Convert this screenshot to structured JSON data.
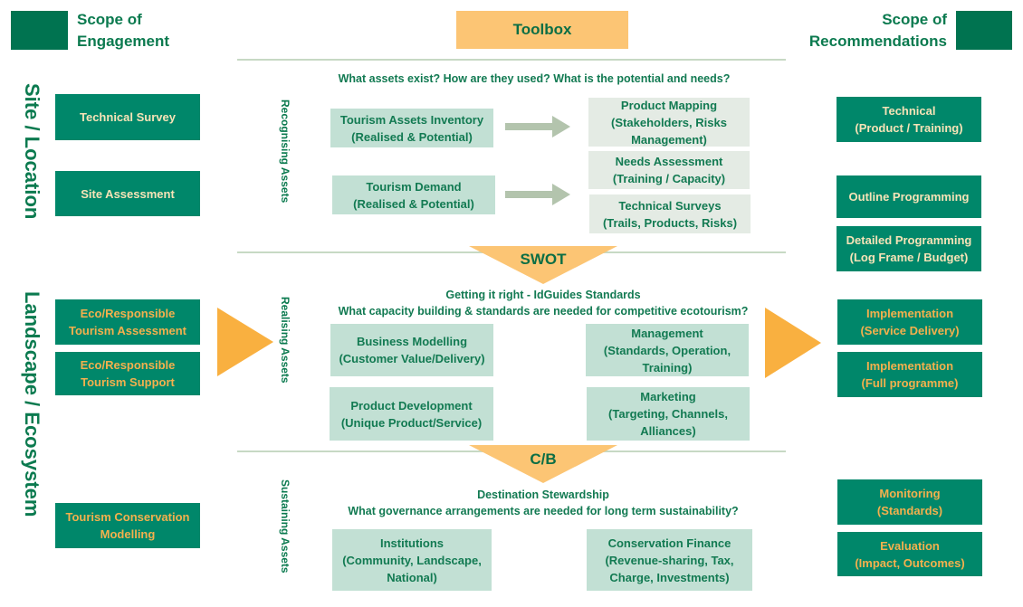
{
  "header": {
    "left_title_line1": "Scope of",
    "left_title_line2": "Engagement",
    "center_title": "Toolbox",
    "right_title_line1": "Scope of",
    "right_title_line2": "Recommendations"
  },
  "colors": {
    "dark_green": "#007350",
    "box_green": "#00876a",
    "light_green": "#c2e0d4",
    "grey_green": "#e4ebe4",
    "orange": "#fcc574",
    "arrow_orange": "#f9b040",
    "cream_text": "#f6e3b7",
    "orange_text": "#f4b04d"
  },
  "vertical_labels": {
    "site": "Site / Location",
    "landscape": "Landscape / Ecosystem",
    "recognising": "Recognising Assets",
    "realising": "Realising Assets",
    "sustaining": "Sustaining Assets"
  },
  "engagement": [
    {
      "line1": "Technical Survey",
      "line2": ""
    },
    {
      "line1": "Site Assessment",
      "line2": ""
    },
    {
      "line1": "Eco/Responsible",
      "line2": "Tourism Assessment"
    },
    {
      "line1": "Eco/Responsible",
      "line2": "Tourism Support"
    },
    {
      "line1": "Tourism Conservation",
      "line2": "Modelling"
    }
  ],
  "recognising": {
    "question": "What assets exist? How are they used? What is the potential and needs?",
    "inputs": [
      {
        "line1": "Tourism Assets Inventory",
        "line2": "(Realised & Potential)"
      },
      {
        "line1": "Tourism Demand",
        "line2": "(Realised & Potential)"
      }
    ],
    "outputs": [
      {
        "line1": "Product Mapping",
        "line2": "(Stakeholders, Risks",
        "line3": "Management)"
      },
      {
        "line1": "Needs Assessment",
        "line2": "(Training / Capacity)"
      },
      {
        "line1": "Technical Surveys",
        "line2": "(Trails, Products, Risks)"
      }
    ]
  },
  "swot_label": "SWOT",
  "realising": {
    "heading": "Getting it right - IdGuides Standards",
    "question": "What capacity building & standards are needed for competitive ecotourism?",
    "boxes": [
      {
        "line1": "Business Modelling",
        "line2": "(Customer Value/Delivery)"
      },
      {
        "line1": "Management",
        "line2": "(Standards, Operation,",
        "line3": "Training)"
      },
      {
        "line1": "Product Development",
        "line2": "(Unique Product/Service)"
      },
      {
        "line1": "Marketing",
        "line2": "(Targeting, Channels,",
        "line3": "Alliances)"
      }
    ]
  },
  "cb_label": "C/B",
  "sustaining": {
    "heading": "Destination Stewardship",
    "question": "What governance arrangements are needed for long term sustainability?",
    "boxes": [
      {
        "line1": "Institutions",
        "line2": "(Community, Landscape,",
        "line3": "National)"
      },
      {
        "line1": "Conservation Finance",
        "line2": "(Revenue-sharing, Tax,",
        "line3": "Charge, Investments)"
      }
    ]
  },
  "recommendations": [
    {
      "line1": "Technical",
      "line2": "(Product / Training)"
    },
    {
      "line1": "Outline Programming",
      "line2": ""
    },
    {
      "line1": "Detailed Programming",
      "line2": "(Log Frame / Budget)"
    },
    {
      "line1": "Implementation",
      "line2": "(Service Delivery)"
    },
    {
      "line1": "Implementation",
      "line2": "(Full programme)"
    },
    {
      "line1": "Monitoring",
      "line2": "(Standards)"
    },
    {
      "line1": "Evaluation",
      "line2": "(Impact, Outcomes)"
    }
  ]
}
